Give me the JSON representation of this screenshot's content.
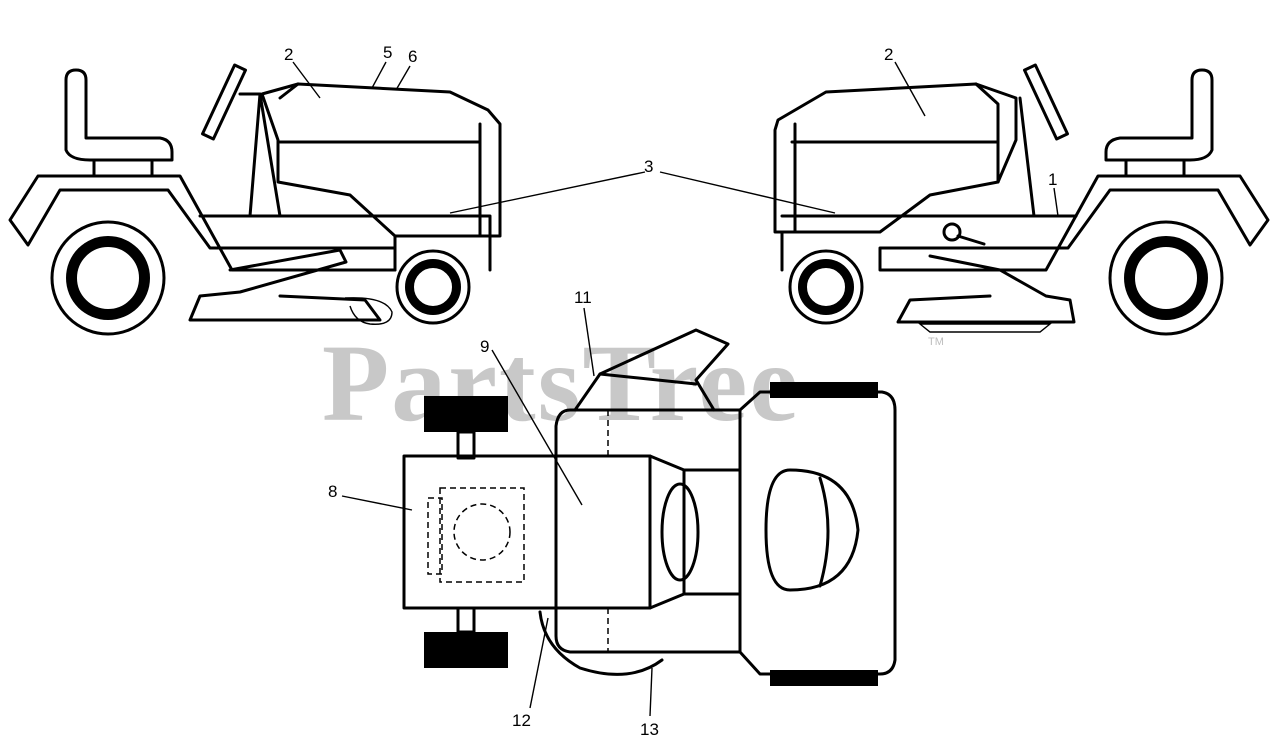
{
  "watermark": {
    "text": "PartsTree",
    "trademark": "TM"
  },
  "callouts": {
    "c1": "1",
    "c2_left": "2",
    "c2_right": "2",
    "c3": "3",
    "c5": "5",
    "c6": "6",
    "c8": "8",
    "c9": "9",
    "c11": "11",
    "c12": "12",
    "c13": "13"
  },
  "colors": {
    "line": "#000000",
    "watermark": "#c8c8c8",
    "background": "#ffffff"
  }
}
